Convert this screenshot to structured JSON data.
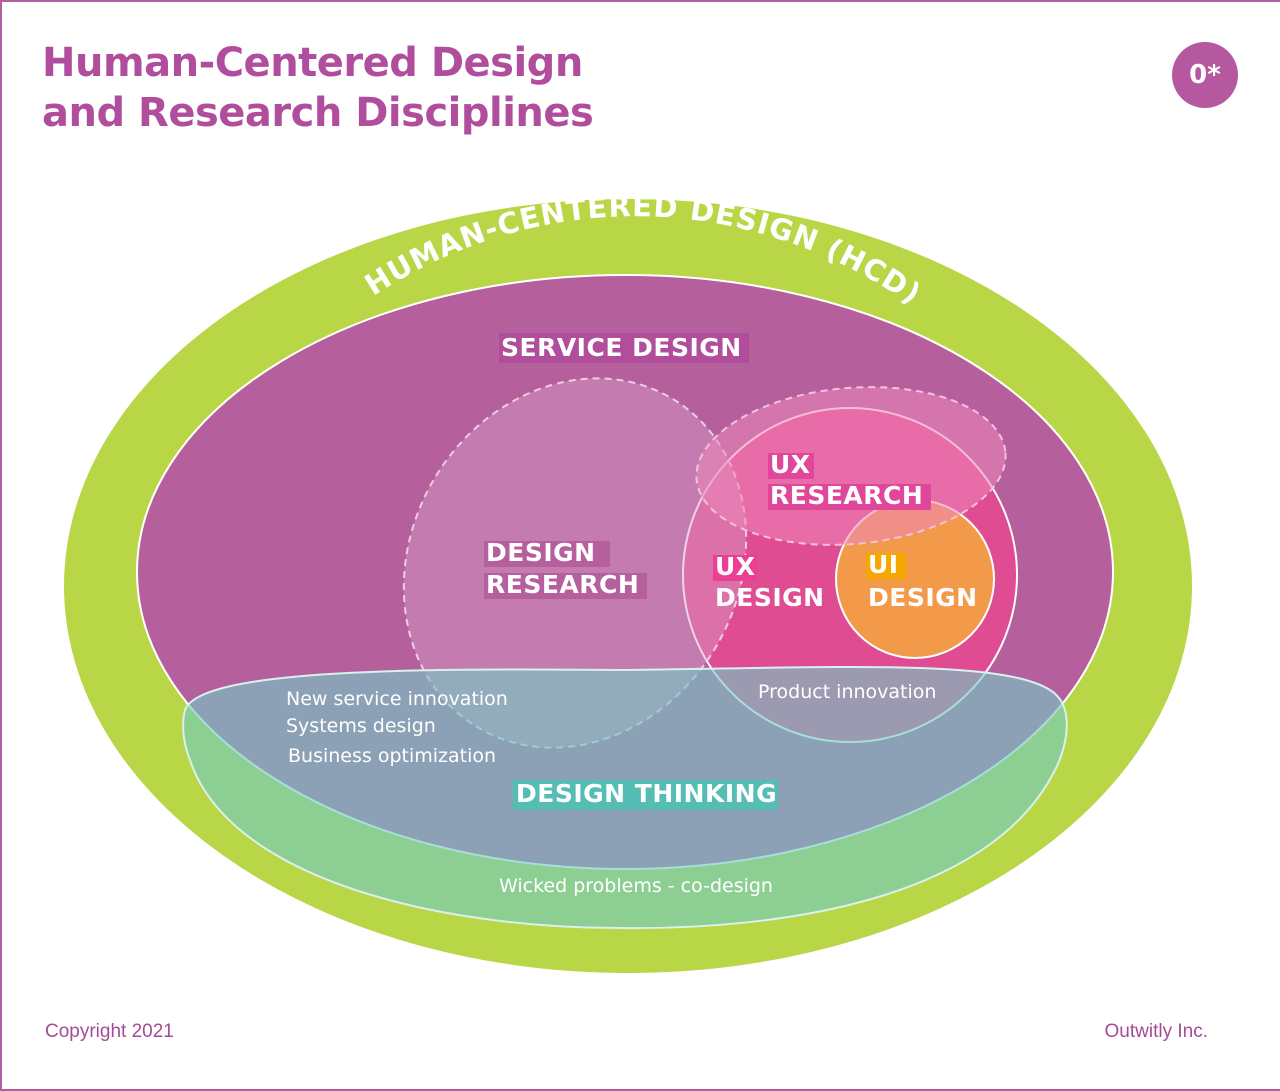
{
  "title": {
    "line1": "Human-Centered Design",
    "line2": "and Research Disciplines"
  },
  "logo": {
    "text": "0*"
  },
  "diagram": {
    "hcd": {
      "label": "HUMAN-CENTERED DESIGN (HCD)",
      "color": "#b9d646"
    },
    "service_design": {
      "label": "SERVICE DESIGN",
      "color": "#b55f9d"
    },
    "design_research": {
      "line1": "DESIGN",
      "line2": "RESEARCH",
      "color": "#c87bad"
    },
    "ux_research": {
      "line1": "UX",
      "line2": "RESEARCH",
      "color": "#e46ea3"
    },
    "ux_design": {
      "line1": "UX",
      "line2": "DESIGN",
      "color": "#e04c92"
    },
    "ui_design": {
      "line1": "UI",
      "line2": "DESIGN",
      "color": "#f39a4a"
    },
    "design_thinking": {
      "label": "DESIGN THINKING",
      "color": "#7fcbb0"
    },
    "notes": {
      "new_service": "New service innovation",
      "systems": "Systems design",
      "business": "Business optimization",
      "product": "Product innovation",
      "wicked": "Wicked problems - co-design"
    }
  },
  "footer": {
    "copyright": "Copyright 2021",
    "company": "Outwitly Inc."
  }
}
